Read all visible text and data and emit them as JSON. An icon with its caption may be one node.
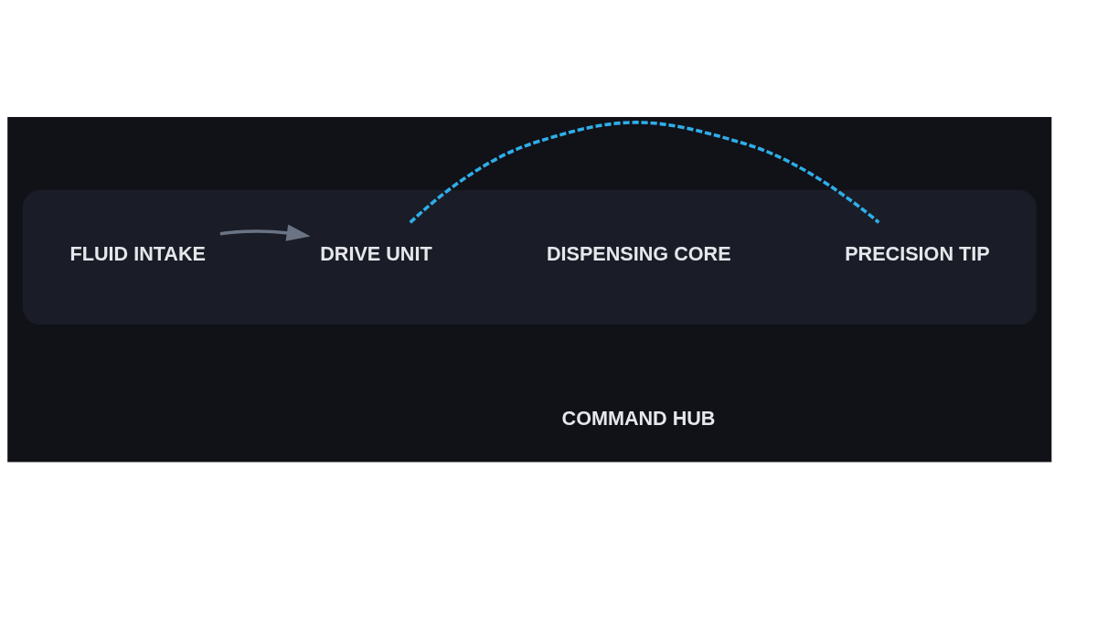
{
  "diagram": {
    "nodes": [
      {
        "text": [],
        "shape": "box"
      },
      {
        "text": [
          "FLUID INTAKE"
        ],
        "in": 0
      },
      {
        "text": [
          "DRIVE UNIT"
        ],
        "in": 0
      },
      {
        "text": [
          "DISPENSING CORE"
        ],
        "in": 0
      },
      {
        "text": [
          "PRECISION TIP"
        ],
        "in": 0
      },
      {
        "text": [
          "COMMAND HUB"
        ]
      }
    ],
    "edges": [
      {
        "from": 1,
        "to": 2,
        "arrow": "to"
      },
      {
        "from": 2,
        "to": 4,
        "arrow": "none",
        "style": "dashed",
        "color": "#2eaee8"
      }
    ]
  }
}
